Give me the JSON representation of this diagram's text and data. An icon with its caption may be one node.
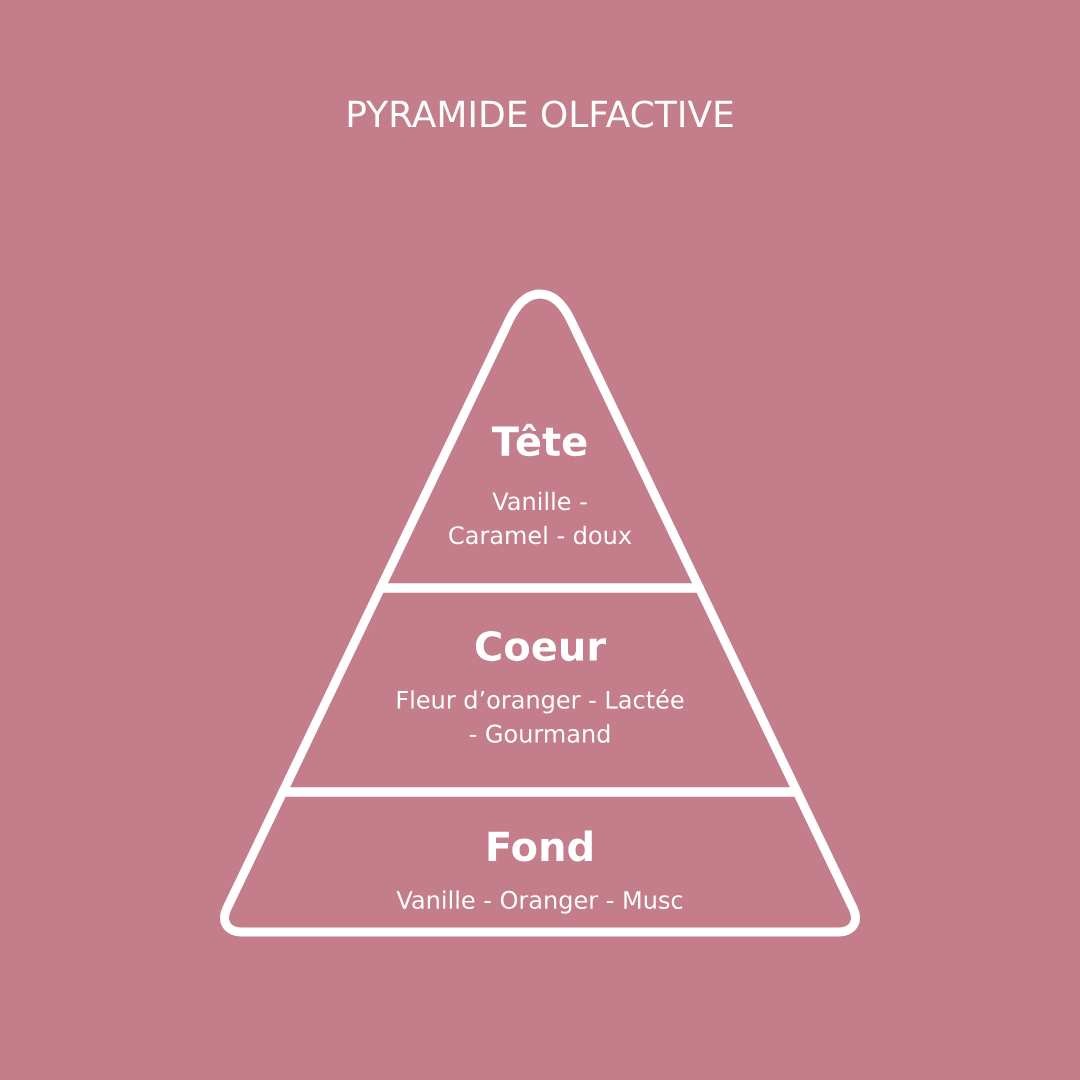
{
  "diagram": {
    "title": "PYRAMIDE OLFACTIVE",
    "nodes": [
      {
        "text": [
          "Tête",
          "Vanille - Caramel - doux"
        ]
      },
      {
        "text": [
          "Coeur",
          "Fleur d’oranger - Lactée - Gourmand"
        ]
      },
      {
        "text": [
          "Fond",
          "Vanille - Oranger - Musc"
        ]
      }
    ]
  }
}
